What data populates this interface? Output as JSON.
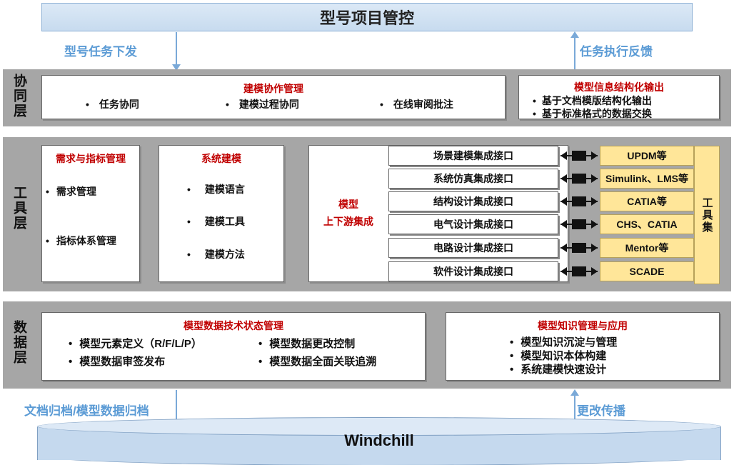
{
  "top": {
    "title": "型号项目管控"
  },
  "flows": {
    "down_top": "型号任务下发",
    "up_top": "任务执行反馈",
    "down_bottom": "文档归档/模型数据归档",
    "up_bottom": "更改传播"
  },
  "collab": {
    "layer_title": "协同层",
    "left_panel": {
      "title": "建模协作管理",
      "items": [
        "任务协同",
        "建模过程协同",
        "在线审阅批注"
      ]
    },
    "right_panel": {
      "title": "模型信息结构化输出",
      "items": [
        "基于文档模版结构化输出",
        "基于标准格式的数据交换"
      ]
    }
  },
  "tools": {
    "layer_title": "工具层",
    "req": {
      "title": "需求与指标管理",
      "items": [
        "需求管理",
        "指标体系管理"
      ]
    },
    "sysmod": {
      "title": "系统建模",
      "items": [
        "建模语言",
        "建模工具",
        "建模方法"
      ]
    },
    "integration": {
      "line1": "模型",
      "line2": "上下游集成"
    },
    "interfaces": [
      "场景建模集成接口",
      "系统仿真集成接口",
      "结构设计集成接口",
      "电气设计集成接口",
      "电路设计集成接口",
      "软件设计集成接口"
    ],
    "tool_names": [
      "UPDM等",
      "Simulink、LMS等",
      "CATIA等",
      "CHS、CATIA",
      "Mentor等",
      "SCADE"
    ],
    "toolset_label": "工具集"
  },
  "data": {
    "layer_title": "数据层",
    "left_panel": {
      "title": "模型数据技术状态管理",
      "items_col1": [
        "模型元素定义（R/F/L/P）",
        "模型数据审签发布"
      ],
      "items_col2": [
        "模型数据更改控制",
        "模型数据全面关联追溯"
      ]
    },
    "right_panel": {
      "title": "模型知识管理与应用",
      "items": [
        "模型知识沉淀与管理",
        "模型知识本体构建",
        "系统建模快速设计"
      ]
    }
  },
  "bottom": {
    "title": "Windchill"
  },
  "colors": {
    "accent_red": "#c00000",
    "flow_blue": "#5b9bd5",
    "tool_yellow": "#ffe699",
    "band_gray": "#a6a6a6"
  }
}
